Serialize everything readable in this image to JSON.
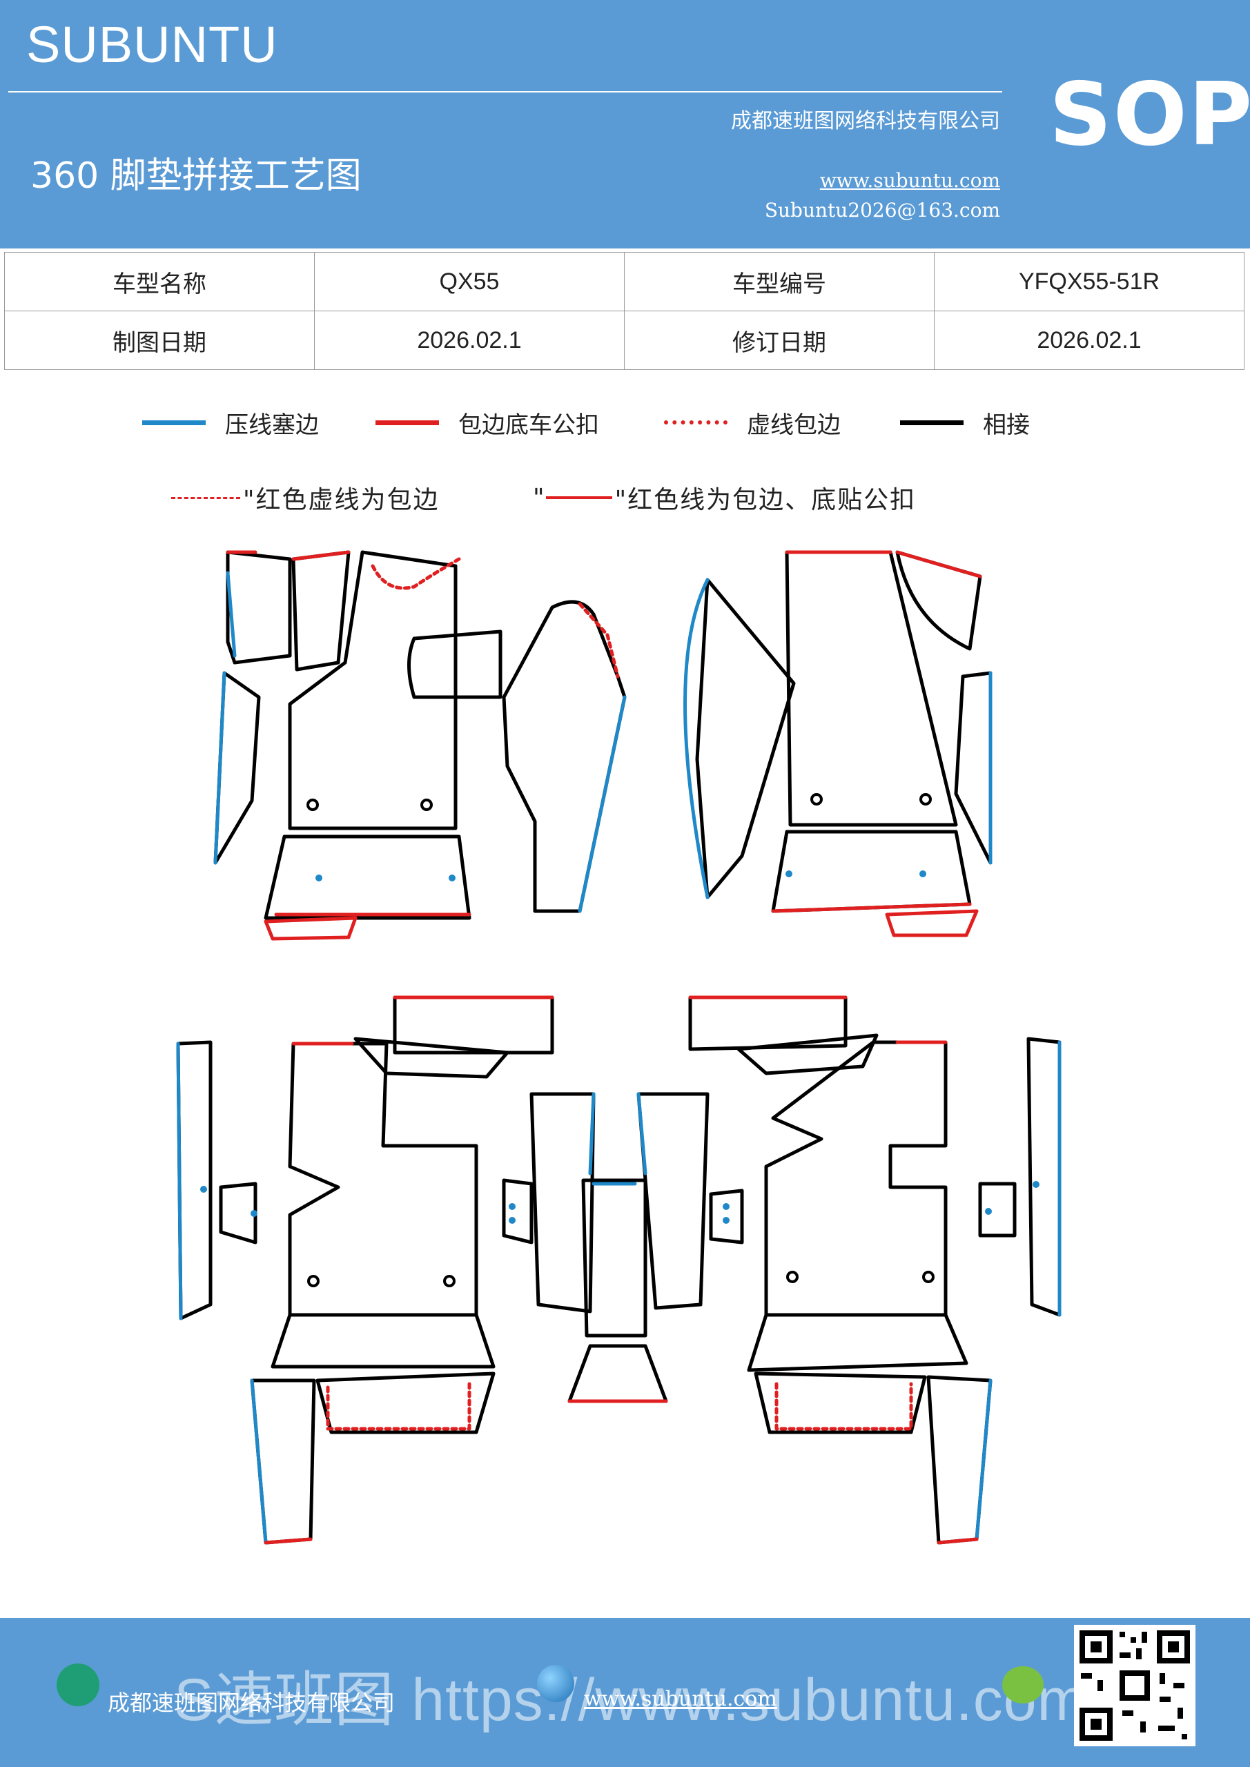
{
  "header": {
    "brand": "SUBUNTU",
    "title": "360 脚垫拼接工艺图",
    "company": "成都速班图网络科技有限公司",
    "website": "www.subuntu.com",
    "email": "Subuntu2026@163.com",
    "badge": "SOP"
  },
  "info_table": {
    "rows": [
      {
        "label1": "车型名称",
        "value1": "QX55",
        "label2": "车型编号",
        "value2": "YFQX55-51R"
      },
      {
        "label1": "制图日期",
        "value1": "2026.02.1",
        "label2": "修订日期",
        "value2": "2026.02.1"
      }
    ]
  },
  "legend": {
    "items": [
      {
        "label": "压线塞边",
        "color": "#1e88c8",
        "style": "solid"
      },
      {
        "label": "包边底车公扣",
        "color": "#e02020",
        "style": "solid"
      },
      {
        "label": "虚线包边",
        "color": "#e02020",
        "style": "dotted"
      },
      {
        "label": "相接",
        "color": "#000000",
        "style": "solid"
      }
    ]
  },
  "notes": {
    "dashed_note": "\"红色虚线为包边",
    "solid_note_prefix": "\"",
    "solid_note": "\"红色线为包边、底贴公扣"
  },
  "colors": {
    "header_bg": "#5b9bd5",
    "blue_line": "#1e88c8",
    "red_line": "#e02020",
    "black_line": "#000000"
  },
  "footer": {
    "company": "成都速班图网络科技有限公司",
    "website": "www.subuntu.com",
    "watermark": "S速班图 https://www.subuntu.com",
    "icons": [
      "home-icon",
      "globe-icon",
      "wechat-icon",
      "qr-code"
    ]
  }
}
